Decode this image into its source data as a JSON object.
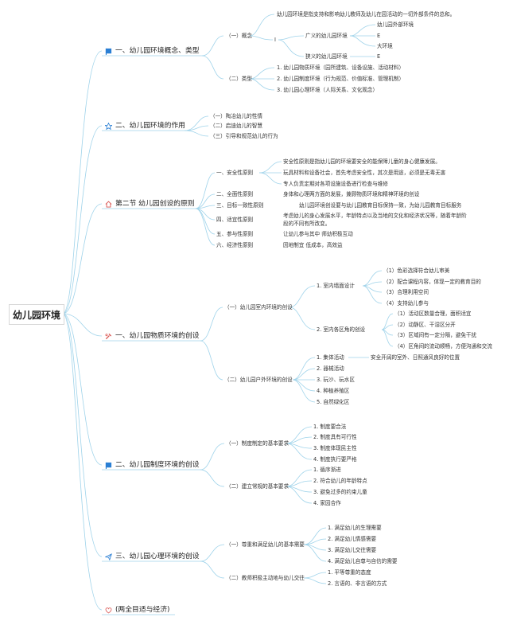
{
  "root": {
    "label": "幼儿园环境"
  },
  "sections": {
    "s1": {
      "label": "一、幼儿园环境概念、类型",
      "icon": "blue-flag-icon",
      "concept": {
        "label": "（一）概念",
        "definition": "幼儿园环境是指支持和影响幼儿教师及幼儿在园活动的一切外部条件的总和。",
        "marker": "I",
        "broad": {
          "label": "广义的幼儿园环境",
          "items": [
            "幼儿园外部环境",
            "E",
            "大环境"
          ]
        },
        "narrow": {
          "label": "狭义的幼儿园环境",
          "items": [
            "E"
          ]
        }
      },
      "types": {
        "label": "（二）类型",
        "items": [
          "1. 幼儿园物质环境（园所建筑、设备设施、活动材料）",
          "2. 幼儿园制度环境（行为规范、价值标准、管理机制）",
          "3. 幼儿园心理环境（人际关系、文化观念）"
        ]
      }
    },
    "s2": {
      "label": "二、幼儿园环境的作用",
      "icon": "star-icon",
      "items": [
        "（一）陶冶幼儿的性情",
        "（二）启迪幼儿的智慧",
        "（三）引导和规范幼儿的行为"
      ]
    },
    "s3": {
      "label": "第二节 幼儿园创设的原则",
      "icon": "house-icon",
      "principles": [
        {
          "label": "一、安全性原则",
          "details": [
            "安全性原则是指幼儿园的环境要安全的能保障儿童的身心健康发展。",
            "玩具材料和设备社会，首先考虑安全性，其次是用途，必须是无毒无害",
            "专人负责定期对各项设施设备进行检查与维修"
          ]
        },
        {
          "label": "二、全面性原则",
          "details": [
            "身体和心理两方面的发展，兼顾物质环境和精神环境的创设"
          ]
        },
        {
          "label": "三、目标一致性原则",
          "details": [
            "幼儿园环境创设要与幼儿园教育目标保持一致，为幼儿园教育目标服务"
          ]
        },
        {
          "label": "四、适宜性原则",
          "details": [
            "考虑幼儿的身心发展水平，年龄特点以及当地的文化和经济状况等，随着年龄阶",
            "段的不同有所改变。"
          ]
        },
        {
          "label": "五、参与性原则",
          "details": [
            "让幼儿参与其中 师幼积极互动"
          ]
        },
        {
          "label": "六、经济性原则",
          "details": [
            "因地制宜 低成本，高效益"
          ]
        }
      ]
    },
    "s4": {
      "label": "一、幼儿园物质环境的创设",
      "icon": "tools-icon",
      "indoor": {
        "label": "（一）幼儿园室内环境的创设",
        "wall": {
          "label": "1. 室内墙面设计",
          "items": [
            "（1）色彩选择符合幼儿审美",
            "（2）配合课程内容，体现一定的教育目的",
            "（3）合理利用空间",
            "（4）支持幼儿参与"
          ]
        },
        "areas": {
          "label": "2. 室内各区角的创设",
          "items": [
            "（1）活动区数量合理，面积适宜",
            "（2）动静区、干湿区分开",
            "（3）区域间有一定分隔，避免干扰",
            "（4）区角间的流动顺畅，方便沟通和交流"
          ]
        }
      },
      "outdoor": {
        "label": "（二）幼儿园户外环境的创设",
        "items": [
          "1. 集体活动",
          "2. 器械活动",
          "3. 玩沙、玩水区",
          "4. 种植养殖区",
          "5. 自然绿化区"
        ],
        "note": "安全开阔的室外、日照通风良好的位置"
      }
    },
    "s5": {
      "label": "二、幼儿园制度环境的创设",
      "icon": "blue-flag-icon",
      "basic": {
        "label": "（一）制度制定的基本要求",
        "items": [
          "1. 制度要合法",
          "2. 制度具有可行性",
          "3. 制度体现民主性",
          "4. 制度执行要严格"
        ]
      },
      "routine": {
        "label": "（二）建立常规的基本要求",
        "items": [
          "1. 循序渐进",
          "2. 符合幼儿的年龄特点",
          "3. 避免过多的约束儿童",
          "4. 家园合作"
        ]
      }
    },
    "s6": {
      "label": "三、幼儿园心理环境的创设",
      "icon": "paper-plane-icon",
      "respect": {
        "label": "（一）尊重和满足幼儿的基本需要",
        "items": [
          "1. 满足幼儿的生理需要",
          "2. 满足幼儿情感需要",
          "3. 满足幼儿交往需要",
          "4. 满足幼儿自尊与自信的需要"
        ]
      },
      "teacher": {
        "label": "（二）教师积极主动地与幼儿交往",
        "items": [
          "1. 平等尊重的态度",
          "2. 言语的、非言语的方式"
        ]
      }
    },
    "s7": {
      "label": "(两全目适与经济)",
      "icon": "heart-icon"
    }
  }
}
